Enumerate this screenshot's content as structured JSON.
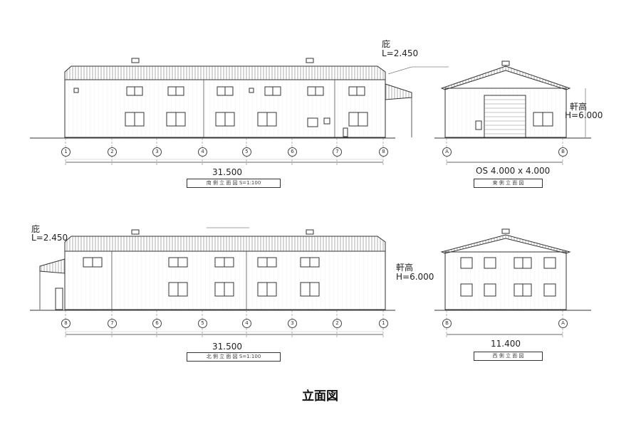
{
  "page_title": "立面図",
  "top_south": {
    "eave_label": "庇",
    "eave_value": "L=2.450",
    "span": "31.500",
    "title_box": "南 側 立 面 図 S=1:100",
    "grid": [
      "1",
      "2",
      "3",
      "4",
      "5",
      "6",
      "7",
      "8"
    ]
  },
  "top_east": {
    "height_label": "軒高",
    "height_value": "H=6.000",
    "door": "OS 4.000 x 4.000",
    "title_box": "東 側 立 面 図",
    "grid": [
      "A",
      "B"
    ]
  },
  "bottom_north": {
    "eave_label": "庇",
    "eave_value": "L=2.450",
    "height_label": "軒高",
    "height_value": "H=6.000",
    "span": "31.500",
    "title_box": "北 側 立 面 図 S=1:100",
    "grid": [
      "8",
      "7",
      "6",
      "5",
      "4",
      "3",
      "2",
      "1"
    ]
  },
  "bottom_west": {
    "span": "11.400",
    "title_box": "西 側 立 面 図",
    "grid": [
      "B",
      "A"
    ]
  }
}
